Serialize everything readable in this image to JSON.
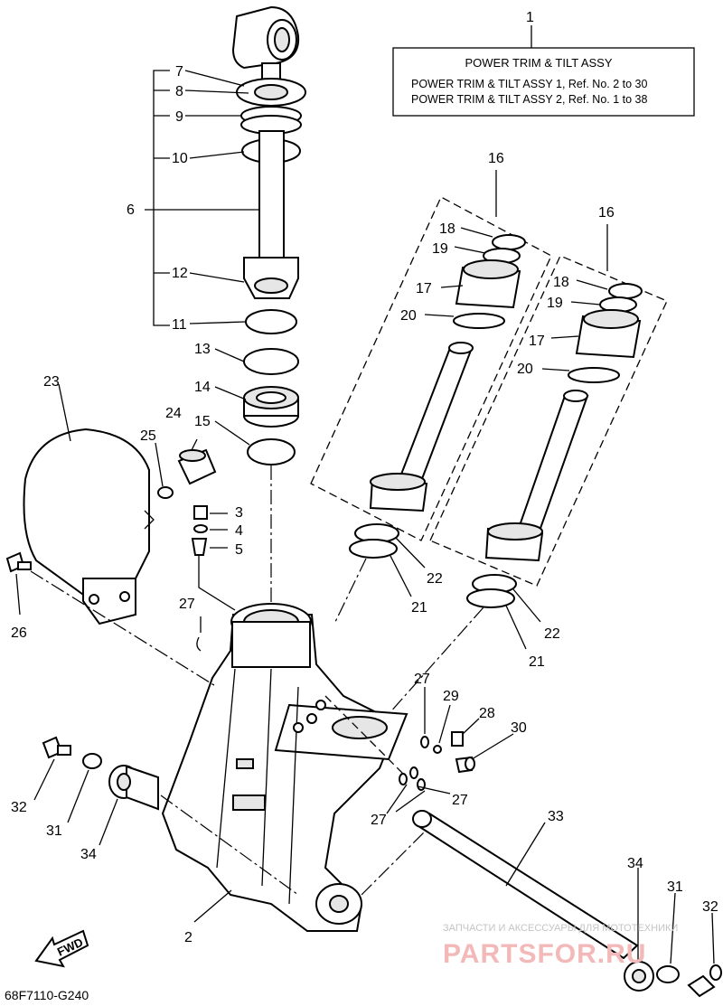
{
  "title_box": {
    "heading": "POWER TRIM & TILT ASSY",
    "line1": "POWER TRIM & TILT ASSY 1,  Ref. No. 2 to 30",
    "line2": "POWER TRIM & TILT ASSY 2,  Ref. No. 1 to 38"
  },
  "callouts": {
    "n1": "1",
    "n2": "2",
    "n3": "3",
    "n4": "4",
    "n5": "5",
    "n6": "6",
    "n7": "7",
    "n8": "8",
    "n9": "9",
    "n10": "10",
    "n11": "11",
    "n12": "12",
    "n13": "13",
    "n14": "14",
    "n15": "15",
    "n16a": "16",
    "n16b": "16",
    "n17a": "17",
    "n17b": "17",
    "n18a": "18",
    "n18b": "18",
    "n19a": "19",
    "n19b": "19",
    "n20a": "20",
    "n20b": "20",
    "n21a": "21",
    "n21b": "21",
    "n22a": "22",
    "n22b": "22",
    "n23": "23",
    "n24": "24",
    "n25": "25",
    "n26": "26",
    "n27a": "27",
    "n27b": "27",
    "n27c": "27",
    "n27d": "27",
    "n28": "28",
    "n29": "29",
    "n30": "30",
    "n31a": "31",
    "n31b": "31",
    "n32a": "32",
    "n32b": "32",
    "n33": "33",
    "n34a": "34",
    "n34b": "34"
  },
  "fwd_label": "FWD",
  "diagram_code": "68F7110-G240",
  "watermark": {
    "line1": "ЗАПЧАСТИ И АКСЕССУАРЫ ДЛЯ МОТОТЕХНИКИ",
    "line2": "PARTSFOR.RU"
  }
}
